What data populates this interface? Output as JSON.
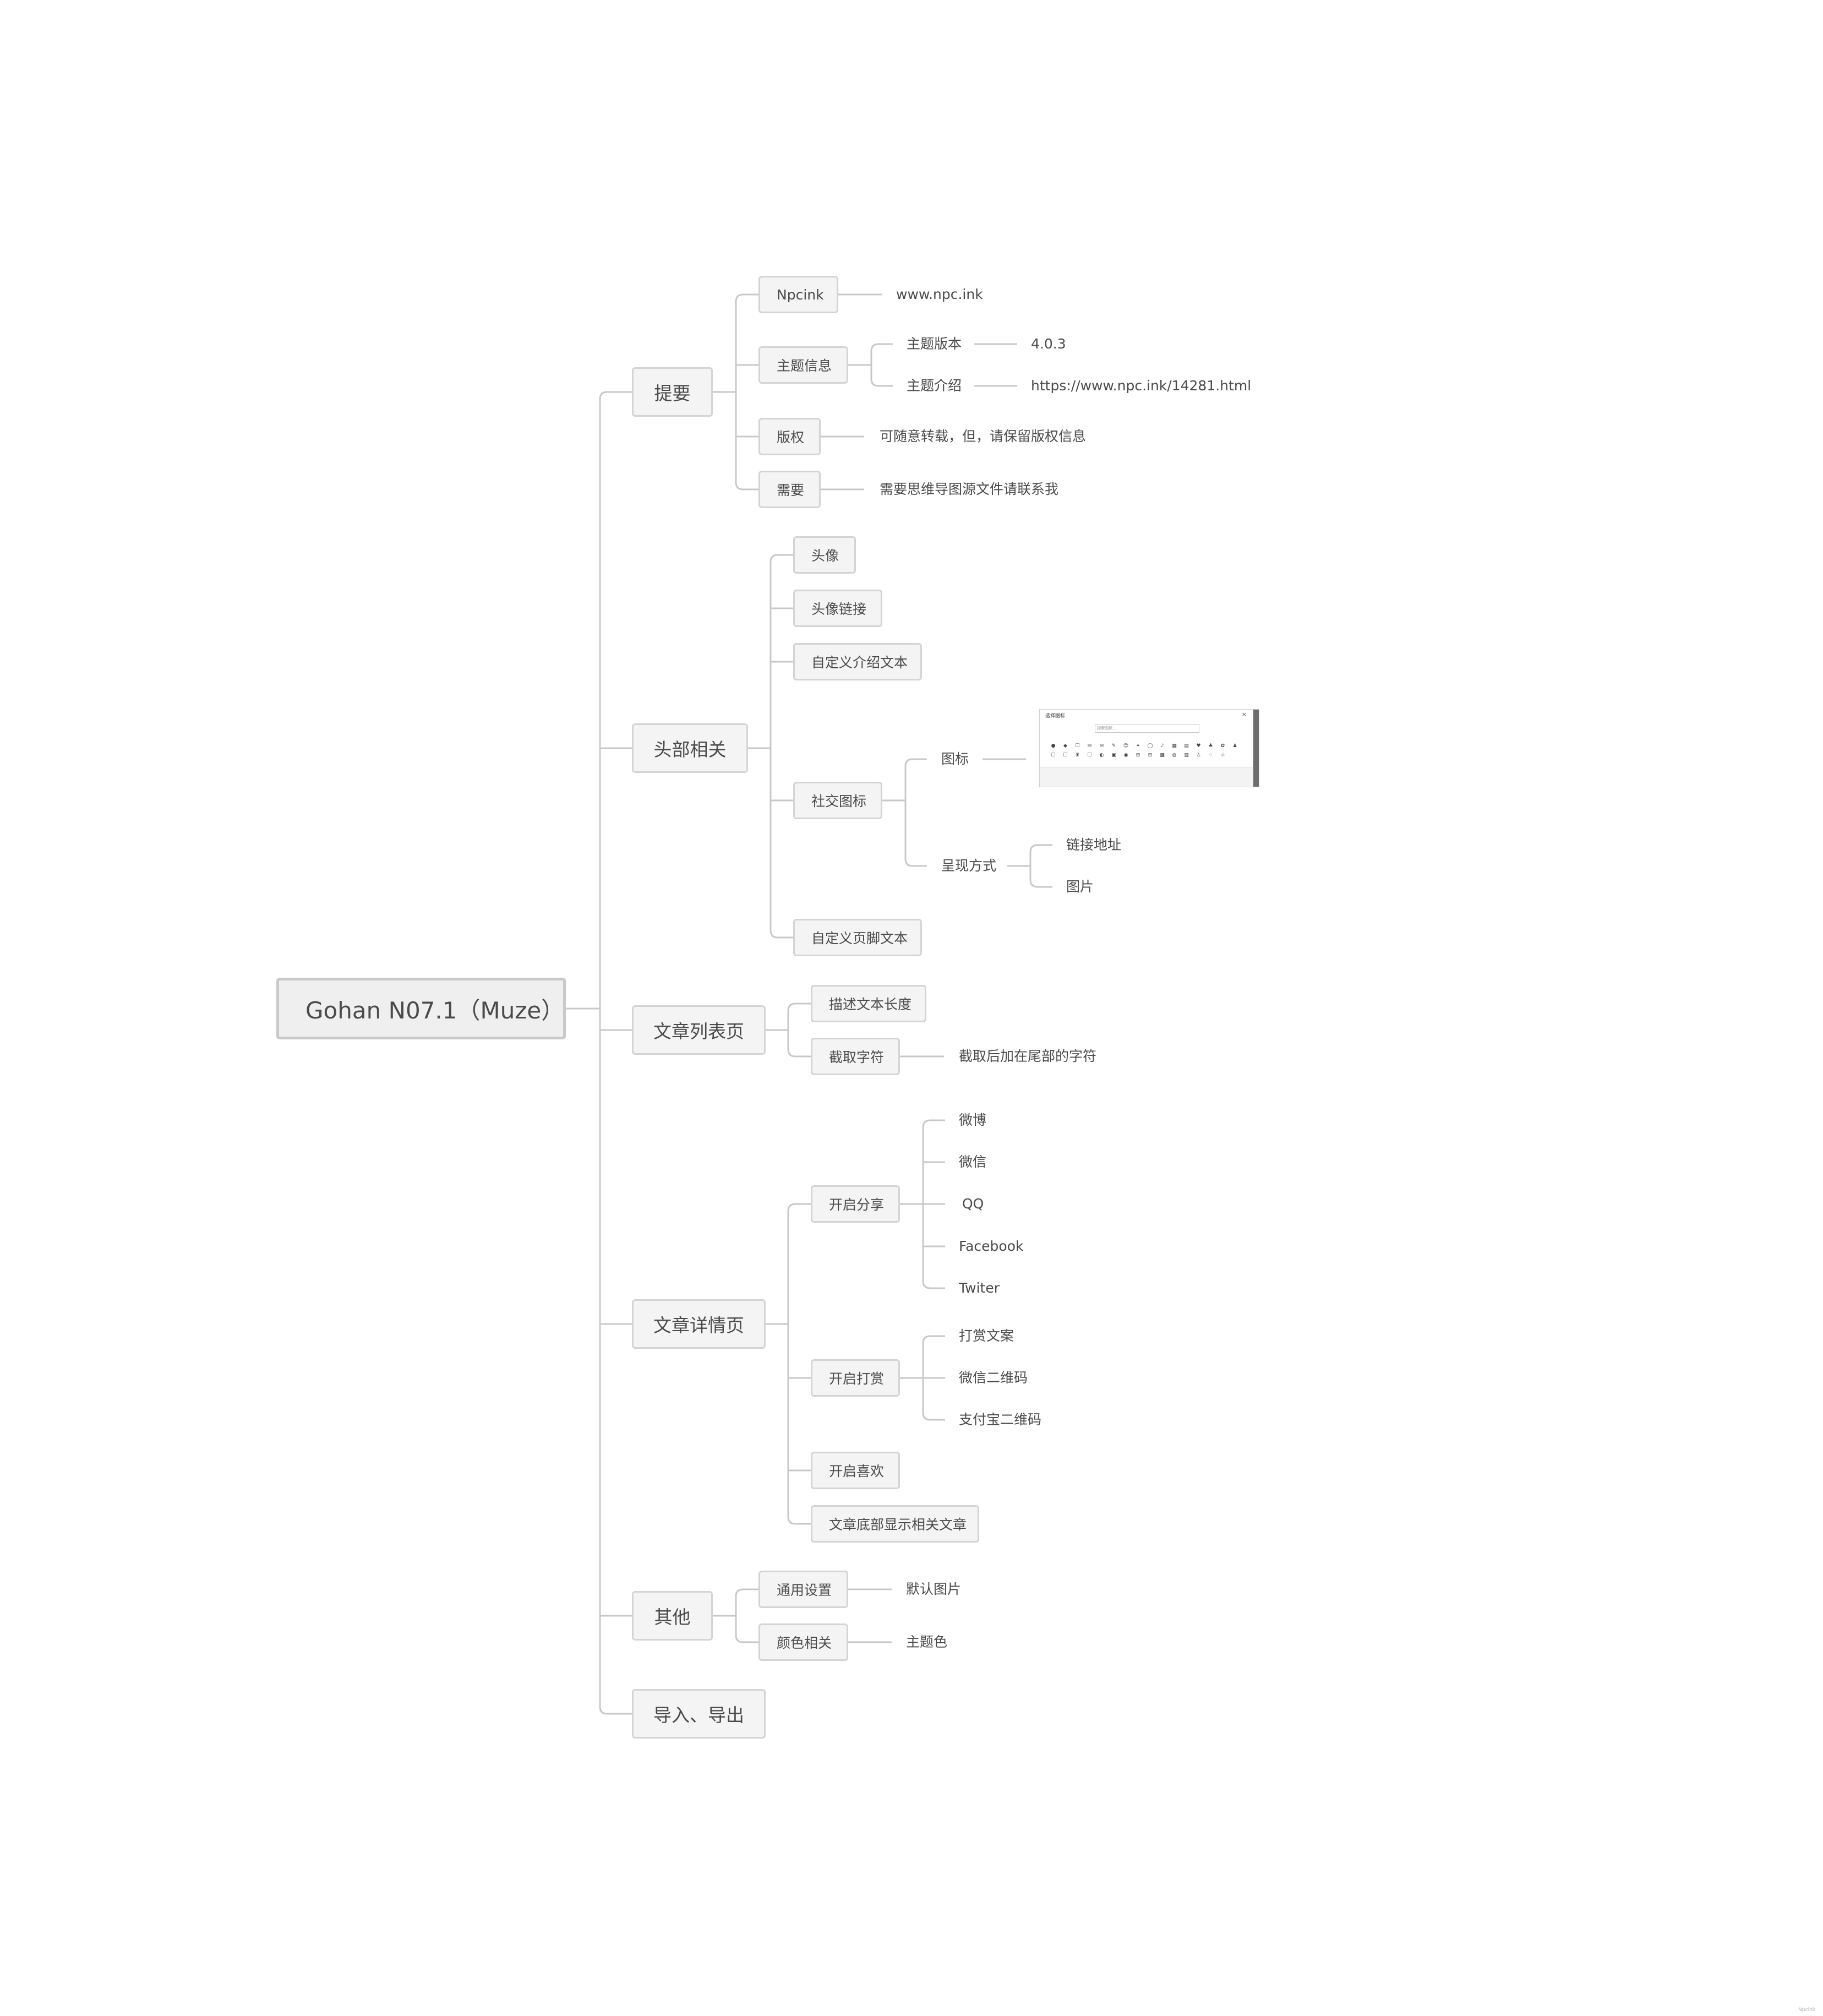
{
  "root": "Gohan N07.1（Muze）",
  "summary": {
    "title": "提要",
    "npcink": {
      "label": "Npcink",
      "value": "www.npc.ink"
    },
    "theme_info": {
      "label": "主题信息",
      "version_label": "主题版本",
      "version_value": "4.0.3",
      "intro_label": "主题介绍",
      "intro_value": "https://www.npc.ink/14281.html"
    },
    "copyright": {
      "label": "版权",
      "value": "可随意转载，但，请保留版权信息"
    },
    "need": {
      "label": "需要",
      "value": "需要思维导图源文件请联系我"
    }
  },
  "header": {
    "title": "头部相关",
    "avatar": "头像",
    "avatar_link": "头像链接",
    "custom_intro": "自定义介绍文本",
    "social": {
      "label": "社交图标",
      "icon_label": "图标",
      "display_label": "呈现方式",
      "display_link": "链接地址",
      "display_image": "图片"
    },
    "custom_footer": "自定义页脚文本"
  },
  "icon_picker": {
    "title": "选择图标",
    "close": "×",
    "search_placeholder": "搜索图标...",
    "icons": [
      "●",
      "◆",
      "☐",
      "✉",
      "✉",
      "✎",
      "☺",
      "✦",
      "◯",
      "♪",
      "▦",
      "▤",
      "♥",
      "♣",
      "✿",
      "♟",
      "☐",
      "☐",
      "♜",
      "☐",
      "◐",
      "▣",
      "◉",
      "⊞",
      "⊟",
      "▩",
      "◍",
      "▥",
      "♙",
      "♢",
      "♧"
    ]
  },
  "article_list": {
    "title": "文章列表页",
    "desc_length": "描述文本长度",
    "truncate": {
      "label": "截取字符",
      "value": "截取后加在尾部的字符"
    }
  },
  "article_detail": {
    "title": "文章详情页",
    "share": {
      "label": "开启分享",
      "items": [
        "微博",
        "微信",
        "QQ",
        "Facebook",
        "Twiter"
      ]
    },
    "reward": {
      "label": "开启打赏",
      "items": [
        "打赏文案",
        "微信二维码",
        "支付宝二维码"
      ]
    },
    "like": "开启喜欢",
    "related": "文章底部显示相关文章"
  },
  "other": {
    "title": "其他",
    "general": {
      "label": "通用设置",
      "value": "默认图片"
    },
    "color": {
      "label": "颜色相关",
      "value": "主题色"
    }
  },
  "import_export": {
    "title": "导入、导出"
  },
  "watermark": "Npcink",
  "colors": {
    "line": "#c8c8c8",
    "node_bg": "#f4f4f4",
    "node_border": "#d4d4d4",
    "text": "#4a4a4a"
  }
}
